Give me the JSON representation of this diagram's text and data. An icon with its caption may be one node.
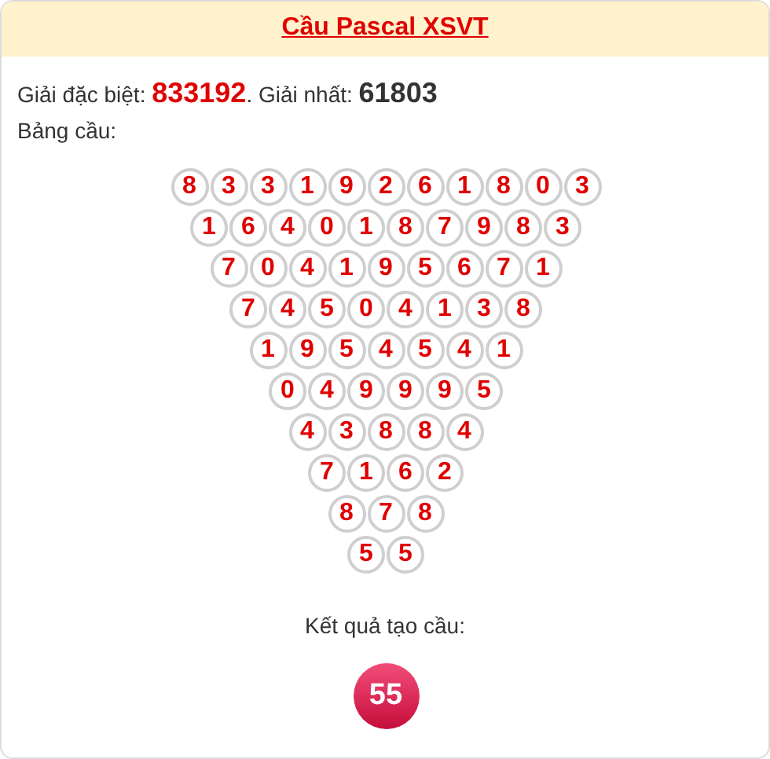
{
  "diagram": {
    "title": "Cầu Pascal XSVT",
    "nodes": [
      {
        "text": [
          "8"
        ]
      },
      {
        "text": [
          "3"
        ]
      },
      {
        "text": [
          "3"
        ]
      },
      {
        "text": [
          "1"
        ]
      },
      {
        "text": [
          "9"
        ]
      },
      {
        "text": [
          "2"
        ]
      },
      {
        "text": [
          "6"
        ]
      },
      {
        "text": [
          "1"
        ]
      },
      {
        "text": [
          "8"
        ]
      },
      {
        "text": [
          "0"
        ]
      },
      {
        "text": [
          "3"
        ]
      },
      {
        "text": [
          "1"
        ]
      },
      {
        "text": [
          "6"
        ]
      },
      {
        "text": [
          "4"
        ]
      },
      {
        "text": [
          "0"
        ]
      },
      {
        "text": [
          "1"
        ]
      },
      {
        "text": [
          "8"
        ]
      },
      {
        "text": [
          "7"
        ]
      },
      {
        "text": [
          "9"
        ]
      },
      {
        "text": [
          "8"
        ]
      },
      {
        "text": [
          "3"
        ]
      },
      {
        "text": [
          "7"
        ]
      },
      {
        "text": [
          "0"
        ]
      },
      {
        "text": [
          "4"
        ]
      },
      {
        "text": [
          "1"
        ]
      },
      {
        "text": [
          "9"
        ]
      },
      {
        "text": [
          "5"
        ]
      },
      {
        "text": [
          "6"
        ]
      },
      {
        "text": [
          "7"
        ]
      },
      {
        "text": [
          "1"
        ]
      },
      {
        "text": [
          "7"
        ]
      },
      {
        "text": [
          "4"
        ]
      },
      {
        "text": [
          "5"
        ]
      },
      {
        "text": [
          "0"
        ]
      },
      {
        "text": [
          "4"
        ]
      },
      {
        "text": [
          "1"
        ]
      },
      {
        "text": [
          "3"
        ]
      },
      {
        "text": [
          "8"
        ]
      },
      {
        "text": [
          "1"
        ]
      },
      {
        "text": [
          "9"
        ]
      },
      {
        "text": [
          "5"
        ]
      },
      {
        "text": [
          "4"
        ]
      },
      {
        "text": [
          "5"
        ]
      },
      {
        "text": [
          "4"
        ]
      },
      {
        "text": [
          "1"
        ]
      },
      {
        "text": [
          "0"
        ]
      },
      {
        "text": [
          "4"
        ]
      },
      {
        "text": [
          "9"
        ]
      },
      {
        "text": [
          "9"
        ]
      },
      {
        "text": [
          "9"
        ]
      },
      {
        "text": [
          "5"
        ]
      },
      {
        "text": [
          "4"
        ]
      },
      {
        "text": [
          "3"
        ]
      },
      {
        "text": [
          "8"
        ]
      },
      {
        "text": [
          "8"
        ]
      },
      {
        "text": [
          "4"
        ]
      },
      {
        "text": [
          "7"
        ]
      },
      {
        "text": [
          "1"
        ]
      },
      {
        "text": [
          "6"
        ]
      },
      {
        "text": [
          "2"
        ]
      },
      {
        "text": [
          "8"
        ]
      },
      {
        "text": [
          "7"
        ]
      },
      {
        "text": [
          "8"
        ]
      },
      {
        "text": [
          "5"
        ]
      },
      {
        "text": [
          "5"
        ]
      },
      {
        "text": [
          "55"
        ]
      }
    ],
    "labels": [
      "Giải đặc biệt: **833192**. Giải nhất: **61803**",
      "Bảng cầu:",
      "Kết quả tạo cầu:"
    ]
  }
}
